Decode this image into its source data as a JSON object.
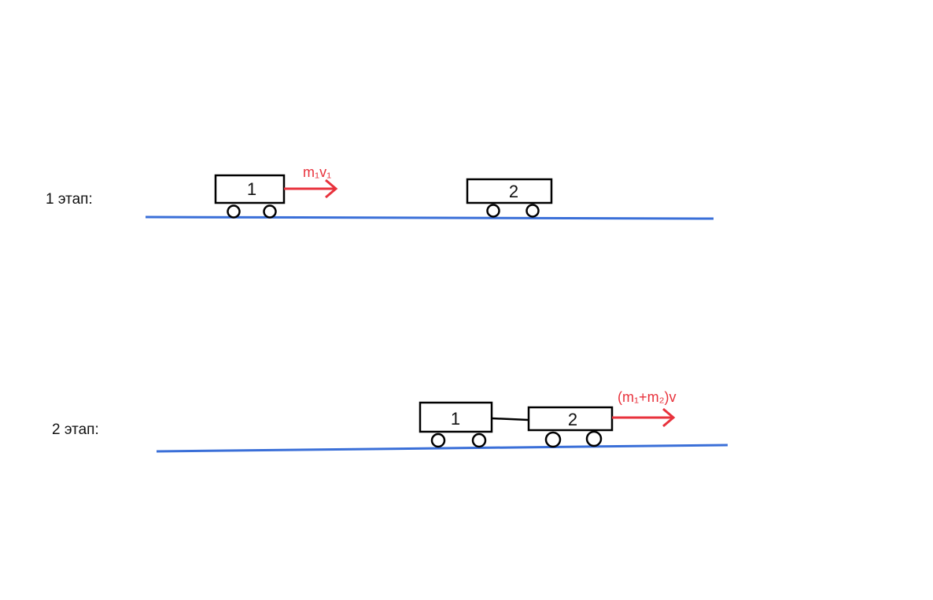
{
  "colors": {
    "track": "#3a6fd8",
    "momentum": "#e8323c",
    "outline": "#000000"
  },
  "stage1": {
    "label": "1 этап:",
    "cart1_label": "1",
    "cart2_label": "2",
    "momentum_label": "m₁v₁"
  },
  "stage2": {
    "label": "2 этап:",
    "cart1_label": "1",
    "cart2_label": "2",
    "momentum_label": "(m₁+m₂)v"
  }
}
